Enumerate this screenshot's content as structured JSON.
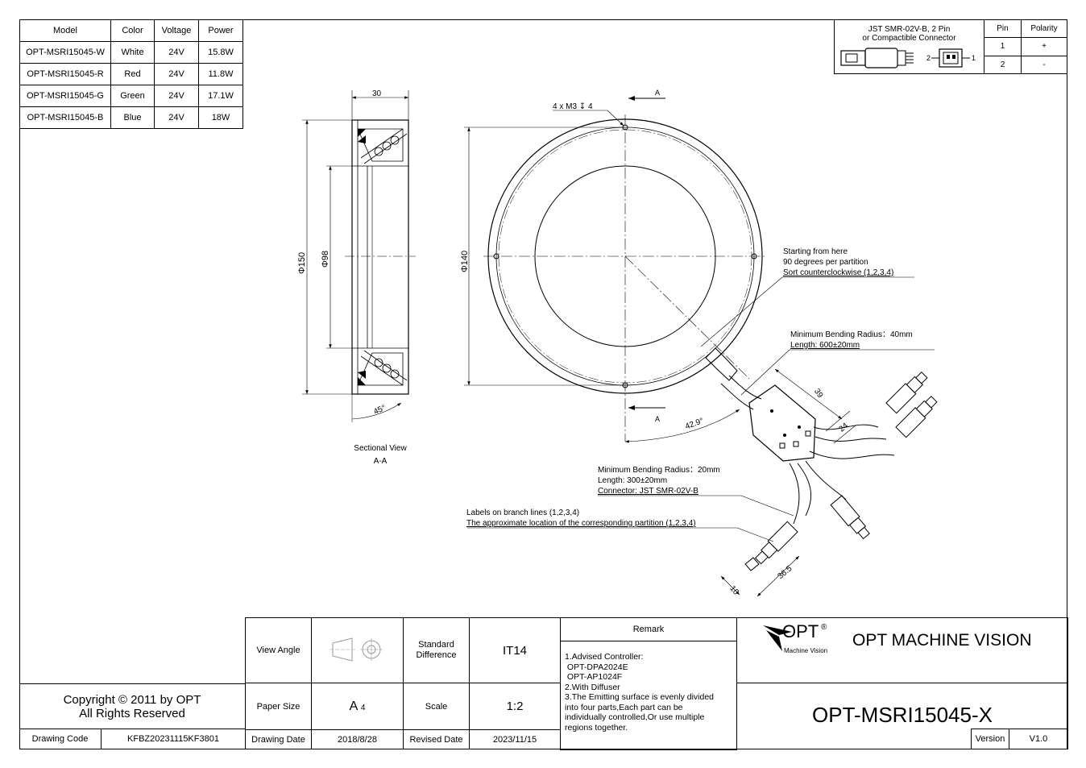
{
  "model_table": {
    "headers": [
      "Model",
      "Color",
      "Voltage",
      "Power"
    ],
    "rows": [
      [
        "OPT-MSRI15045-W",
        "White",
        "24V",
        "15.8W"
      ],
      [
        "OPT-MSRI15045-R",
        "Red",
        "24V",
        "11.8W"
      ],
      [
        "OPT-MSRI15045-G",
        "Green",
        "24V",
        "17.1W"
      ],
      [
        "OPT-MSRI15045-B",
        "Blue",
        "24V",
        "18W"
      ]
    ]
  },
  "connector": {
    "title_line1": "JST SMR-02V-B, 2 Pin",
    "title_line2": "or Compactible Connector",
    "pin_label_2": "2",
    "pin_label_1": "1",
    "headers": [
      "Pin",
      "Polarity"
    ],
    "rows": [
      [
        "1",
        "+"
      ],
      [
        "2",
        "-"
      ]
    ]
  },
  "sectional_view": {
    "dim_width": "30",
    "dim_outer": "Φ150",
    "dim_inner": "Φ98",
    "angle": "45°",
    "caption_line1": "Sectional View",
    "caption_line2": "A-A"
  },
  "front_view": {
    "hole_note": "4 x M3 ↧ 4",
    "section_mark": "A",
    "dim_diameter": "Φ140",
    "angle": "42.9°"
  },
  "annotations": {
    "partition": [
      "Starting from here",
      "90 degrees per partition",
      "Sort counterclockwise (1,2,3,4)"
    ],
    "main_cable": [
      "Minimum Bending Radius：40mm",
      "Length: 600±20mm"
    ],
    "branch_cable": [
      "Minimum Bending Radius：20mm",
      "Length: 300±20mm",
      "Connector: JST SMR-02V-B"
    ],
    "labels": [
      "Labels on branch lines (1,2,3,4)",
      "The approximate location of the corresponding partition (1,2,3,4)"
    ],
    "dim_39": "39",
    "dim_24": "24",
    "dim_365": "36.5",
    "dim_10": "10"
  },
  "title_block": {
    "copyright_line1": "Copyright © 2011 by OPT",
    "copyright_line2": "All Rights Reserved",
    "drawing_code_label": "Drawing Code",
    "drawing_code": "KFBZ20231115KF3801",
    "view_angle_label": "View Angle",
    "standard_diff_label_1": "Standard",
    "standard_diff_label_2": "Difference",
    "standard_diff": "IT14",
    "paper_size_label": "Paper Size",
    "paper_size": "A",
    "paper_size_sub": "4",
    "scale_label": "Scale",
    "scale": "1:2",
    "drawing_date_label": "Drawing Date",
    "drawing_date": "2018/8/28",
    "revised_date_label": "Revised Date",
    "revised_date": "2023/11/15",
    "remark_label": "Remark",
    "remarks": [
      "1.Advised Controller:",
      " OPT-DPA2024E",
      " OPT-AP1024F",
      "2.With Diffuser",
      "3.The Emitting surface is evenly divided",
      "into four parts,Each part can be",
      "individually controlled,Or use multiple",
      "regions together."
    ],
    "logo_text": "OPT",
    "logo_reg": "®",
    "logo_sub": "Machine Vision",
    "company": "OPT MACHINE VISION",
    "part_number": "OPT-MSRI15045-X",
    "version_label": "Version",
    "version": "V1.0"
  }
}
